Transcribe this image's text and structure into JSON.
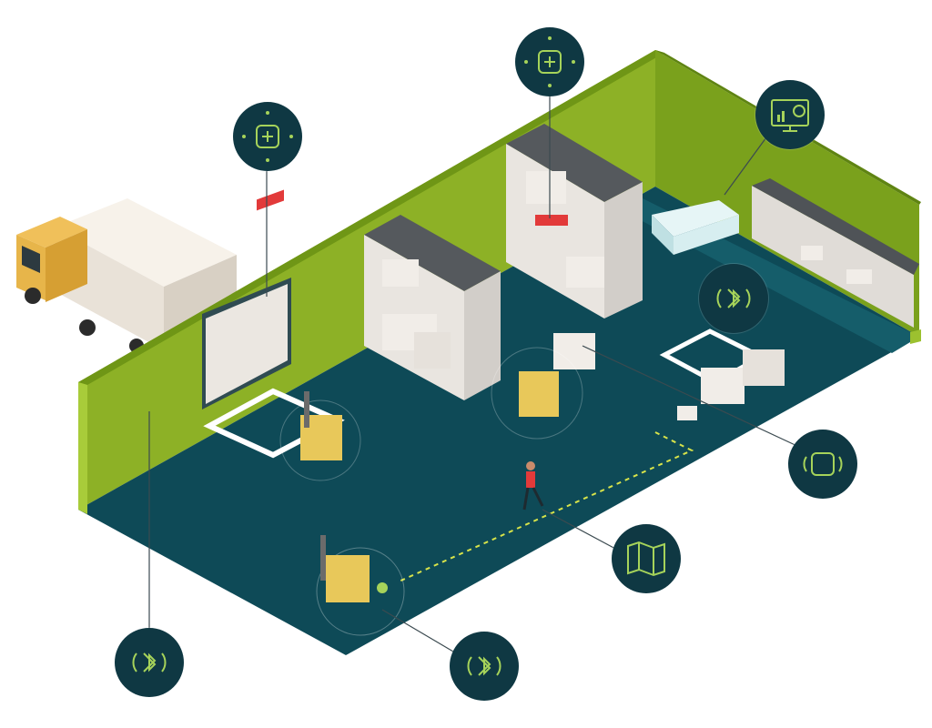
{
  "colors": {
    "wall_front": "#8db126",
    "wall_top": "#769a18",
    "wall_inner": "#9cc12f",
    "floor": "#0e4a57",
    "floor_light": "#155d6a",
    "callout_bg": "#0f3843",
    "icon_line": "#a6d35a",
    "rfid_red": "#e23a3a",
    "shelf_frame": "#d9d6d3",
    "shelf_dark": "#55595d",
    "box": "#f1ede8",
    "forklift": "#e8c85a",
    "truck_cab": "#e7b54a",
    "truck_box": "#efe9e1",
    "counter": "#d7eef0",
    "path_line": "#d7e34a"
  },
  "callouts": [
    {
      "name": "rfid-reader-dock",
      "icon": "rfid-tag-icon"
    },
    {
      "name": "rfid-reader-shelf",
      "icon": "rfid-tag-icon"
    },
    {
      "name": "dashboard-monitor",
      "icon": "analytics-monitor-icon"
    },
    {
      "name": "bluetooth-beacon-wall",
      "icon": "bluetooth-beacon-icon"
    },
    {
      "name": "rfid-tag-pallet",
      "icon": "rfid-tag-icon"
    },
    {
      "name": "indoor-map",
      "icon": "map-icon"
    },
    {
      "name": "bluetooth-forklift",
      "icon": "bluetooth-beacon-icon"
    },
    {
      "name": "bluetooth-door",
      "icon": "bluetooth-beacon-icon"
    }
  ]
}
